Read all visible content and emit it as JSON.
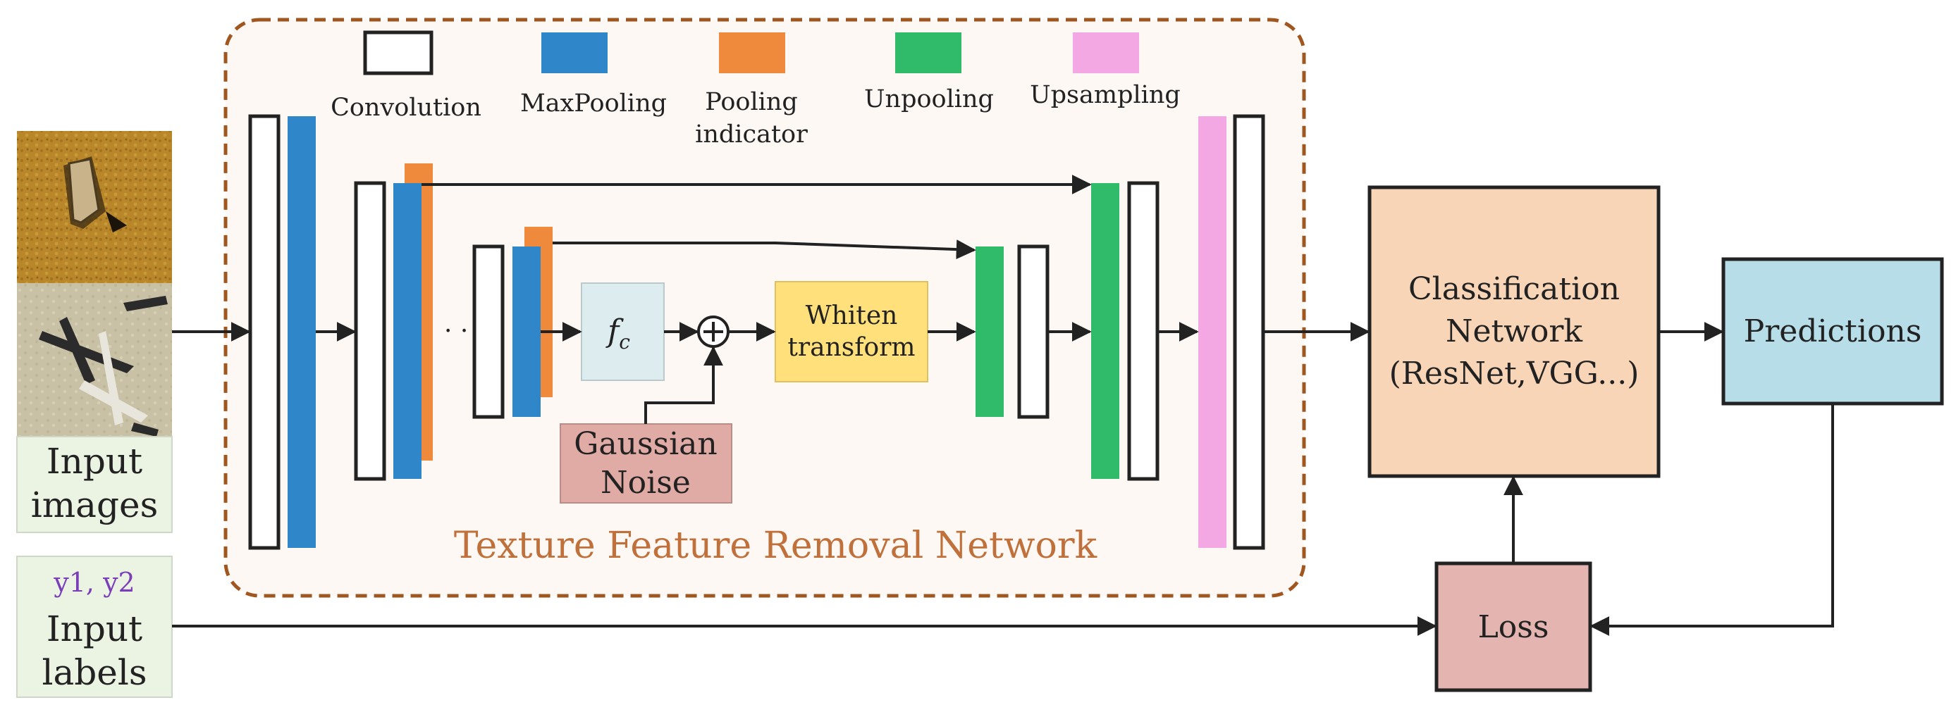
{
  "legend": {
    "convolution": "Convolution",
    "maxpooling": "MaxPooling",
    "pooling_indicator_line1": "Pooling",
    "pooling_indicator_line2": "indicator",
    "unpooling": "Unpooling",
    "upsampling": "Upsampling"
  },
  "network_title": "Texture Feature Removal Network",
  "input_images": {
    "line1": "Input",
    "line2": "images"
  },
  "input_labels": {
    "values": "y1, y2",
    "line1": "Input",
    "line2": "labels"
  },
  "fc": {
    "main": "f",
    "sub": "c"
  },
  "whiten": {
    "line1": "Whiten",
    "line2": "transform"
  },
  "noise": {
    "line1": "Gaussian",
    "line2": "Noise"
  },
  "ellipsis": "· · · ·",
  "classification": {
    "line1": "Classification",
    "line2": "Network",
    "line3": "(ResNet,VGG...)"
  },
  "predictions": "Predictions",
  "loss": "Loss",
  "colors": {
    "convolution": "#ffffff",
    "maxpooling": "#2f86c8",
    "pooling_indicator": "#ef8a3c",
    "unpooling": "#2fbb6a",
    "upsampling": "#f3a8e3",
    "network_bg": "#fdf8f4",
    "network_border": "#a0561f",
    "network_title": "#c0703a",
    "classification": "#f9d5b7",
    "predictions": "#b6dde8",
    "loss": "#e3b4b0",
    "noise": "#e0aaa5",
    "whiten": "#ffe07a",
    "fc": "#dcecef",
    "input_label_bg": "#ebf3e3",
    "label_values": "#7a3fb8"
  }
}
